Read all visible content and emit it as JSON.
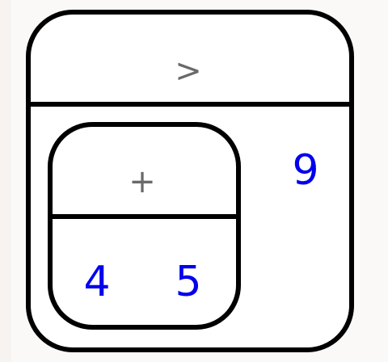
{
  "diagram": {
    "root": {
      "operator": ">",
      "right_operand": "9",
      "left_operand": {
        "operator": "+",
        "operands": [
          "4",
          "5"
        ]
      }
    }
  }
}
